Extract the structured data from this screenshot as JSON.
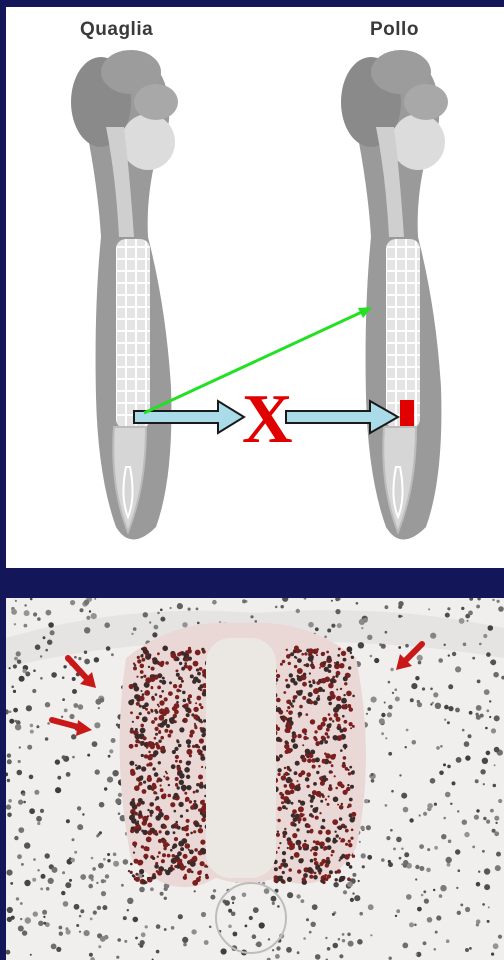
{
  "top_panel": {
    "left_label": "Quaglia",
    "right_label": "Pollo",
    "block_mark": "X"
  },
  "colors": {
    "background": "#14165a",
    "embryo_dark": "#8a8a8a",
    "embryo_light": "#cfcfcf",
    "arrow_fill": "#a9dbe8",
    "green_arrow": "#22e022",
    "red_mark": "#e00000",
    "stain": "#7a1e1e"
  },
  "icons": [
    "left-embryo-icon",
    "right-embryo-icon",
    "block-arrow-icon",
    "green-arrow-icon",
    "red-pointer-arrow-icon"
  ]
}
